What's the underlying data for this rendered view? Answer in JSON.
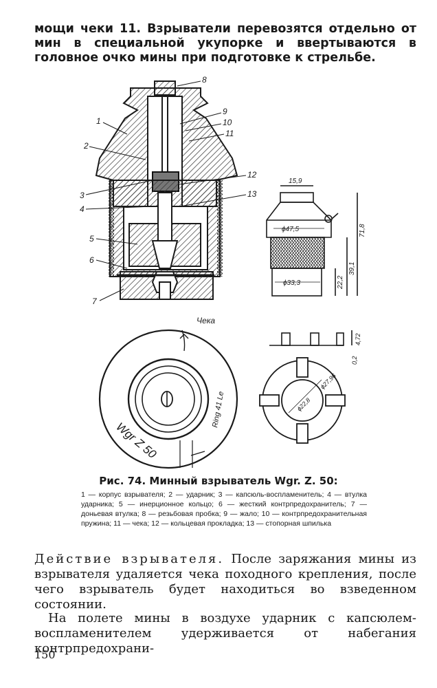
{
  "intro_text": "мощи чеки 11. Взрыватели перевозятся отдельно от мин в специальной укупорке и ввертываются в головное очко мины при подготовке к стрельбе.",
  "figure": {
    "part_numbers": [
      "1",
      "2",
      "3",
      "4",
      "5",
      "6",
      "7",
      "8",
      "9",
      "10",
      "11",
      "12",
      "13"
    ],
    "dimensions": {
      "top_width": "15,9",
      "head_diameter": "ϕ47,5",
      "body_diameter": "ϕ33,3",
      "total_height": "71,8",
      "lower_height": "39,1",
      "thread_height": "22,2",
      "ring_height": "4,72",
      "ring_thickness": "0,2",
      "ring_outer": "ϕ27,96",
      "ring_inner": "ϕ22,8"
    },
    "ring_marking": "Wgr Z 50",
    "ring_tag": "Чека",
    "ring_text": "Ring 41 Le"
  },
  "caption": {
    "title": "Рис. 74. Минный взрыватель Wgr. Z. 50:",
    "legend": "1 — корпус взрывателя; 2 — ударник; 3 — капсюль-воспламенитель; 4 — втулка ударника; 5 — инерционное кольцо; 6 — жесткий контрпредохранитель; 7 — доньевая втулка; 8 — резьбовая пробка; 9 — жало; 10 — контрпредохранительная пружина; 11 — чека; 12 — кольцевая прокладка; 13 — стопорная шпилька"
  },
  "section_heading": "Действие взрывателя.",
  "section_text": "После заряжания мины из взрывателя удаляется чека походного крепления, после чего взрыватель будет находиться во взведенном состоянии.",
  "flight_text": "На полете мины в воздухе ударник с капсюлем-воспламенителем удерживается от набегания контрпредохрани-",
  "page_number": "150"
}
